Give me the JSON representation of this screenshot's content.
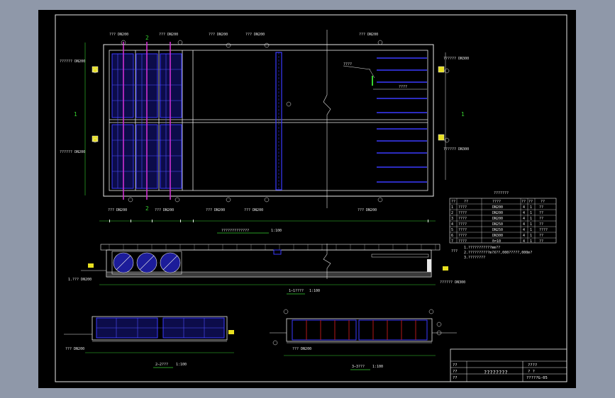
{
  "colors": {
    "background": "#8f98a9",
    "sheet": "#000000",
    "line": "#e8e8e8",
    "pipe": "#2a2ad8",
    "pipe_fill": "#1c1c9a",
    "red": "#e02020",
    "magenta": "#d030d0",
    "green": "#37d12f",
    "cyan": "#22c8c8",
    "yellow": "#e8e020"
  },
  "plan": {
    "top_labels": [
      "??? DN200",
      "??? DN200",
      "??? DN200",
      "??? DN200",
      "??? DN200"
    ],
    "bottom_labels": [
      "??? DN200",
      "??? DN200",
      "??? DN200",
      "??? DN200",
      "??? DN200"
    ],
    "left_labels": [
      "?????? DN200",
      "?????? DN200"
    ],
    "right_labels": [
      "?????? DN300",
      "?????? DN300"
    ],
    "section_mark_top": "2",
    "section_mark_bottom": "2",
    "section_mark_right": "1",
    "section_mark_left": "1",
    "inner_note": "????",
    "length_label": "????",
    "title": "?????????????",
    "scale": "1:100"
  },
  "section1": {
    "title": "1—1????",
    "scale": "1:100",
    "left_label": "1.??? DN200",
    "right_label": "?????? DN300"
  },
  "section2": {
    "title": "2—2???",
    "scale": "1:100",
    "label": "??? DN200"
  },
  "section3": {
    "title": "3—3???",
    "scale": "1:100",
    "label": "??? DN200"
  },
  "table": {
    "title": "???????",
    "header": [
      "??",
      "??",
      "????",
      "??",
      "??",
      "??"
    ],
    "rows": [
      [
        "1",
        "????",
        "DN200",
        "4",
        "1",
        "??"
      ],
      [
        "2",
        "????",
        "DN200",
        "4",
        "1",
        "??"
      ],
      [
        "3",
        "????",
        "DN200",
        "4",
        "1",
        "??"
      ],
      [
        "4",
        "????",
        "DN250",
        "4",
        "1",
        "??"
      ],
      [
        "5",
        "????",
        "DN250",
        "4",
        "1",
        "????"
      ],
      [
        "6",
        "????",
        "DN300",
        "4",
        "1",
        "??"
      ],
      [
        "7",
        "????",
        "δ=10",
        "4",
        "1",
        "??"
      ]
    ]
  },
  "notes": {
    "heading": "???",
    "lines": [
      "1.???????????mm??",
      "2.??????????m?X??,000?????,000m?",
      "3.????????"
    ]
  },
  "titleblock": {
    "left_labels": [
      "??",
      "??",
      "??"
    ],
    "drawing_name": "????????",
    "right_top": "????",
    "right_mid": "?  ?",
    "drawing_no": "?????G-05"
  }
}
